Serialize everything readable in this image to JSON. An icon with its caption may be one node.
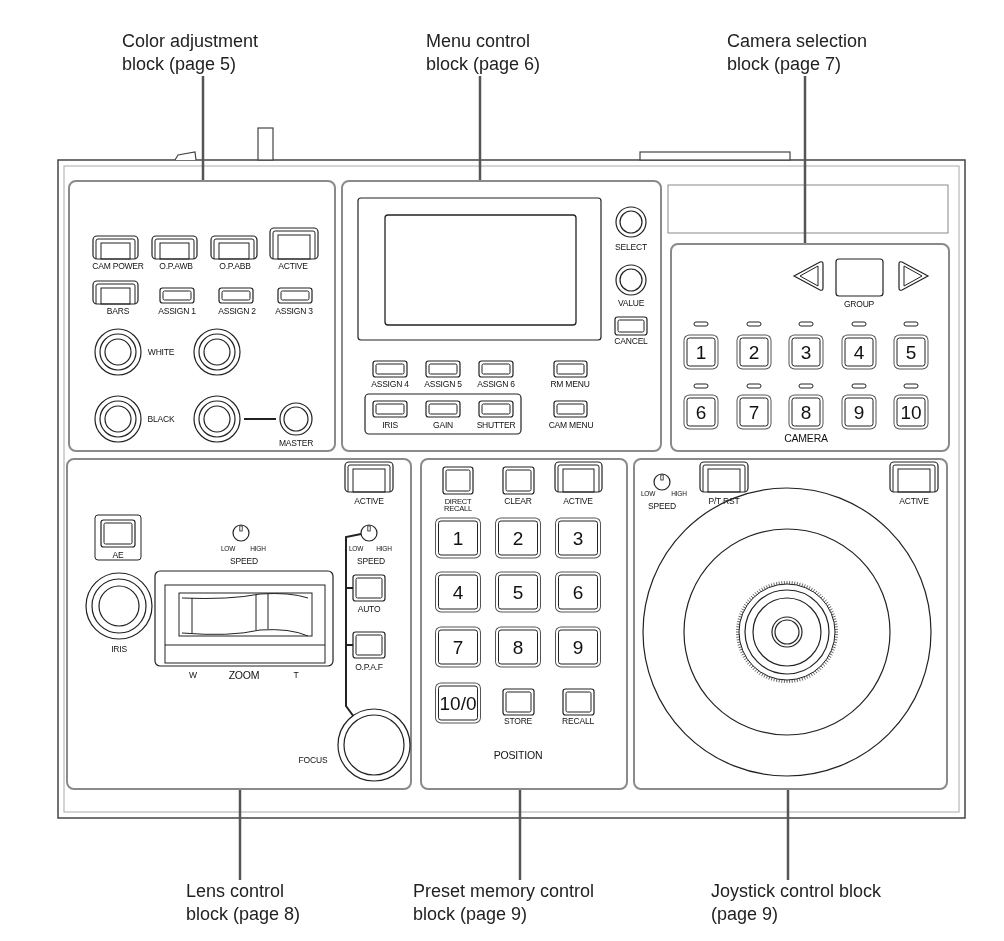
{
  "diagram": {
    "nodes": [
      {
        "text": [
          "Color adjustment block (page 5)"
        ]
      },
      {
        "text": [
          "Menu control block (page 6)"
        ]
      },
      {
        "text": [
          "Camera selection block (page 7)"
        ]
      },
      {
        "text": [
          "Lens control block (page 8)"
        ]
      },
      {
        "text": [
          "Preset memory control block (page 9)"
        ]
      },
      {
        "text": [
          "Joystick control block (page 9)"
        ]
      },
      {
        "text": [],
        "shape": "box"
      },
      {
        "text": [],
        "shape": "box"
      },
      {
        "text": [],
        "shape": "box"
      },
      {
        "text": [],
        "shape": "box"
      },
      {
        "text": [],
        "shape": "box"
      },
      {
        "text": [],
        "shape": "box"
      }
    ],
    "edges": [
      {
        "from": 0,
        "to": 6,
        "arrow": "none"
      },
      {
        "from": 1,
        "to": 7,
        "arrow": "none"
      },
      {
        "from": 2,
        "to": 8,
        "arrow": "none"
      },
      {
        "from": 3,
        "to": 9,
        "arrow": "none"
      },
      {
        "from": 4,
        "to": 10,
        "arrow": "none"
      },
      {
        "from": 5,
        "to": 11,
        "arrow": "none"
      }
    ],
    "labels": [
      "CAM POWER",
      "O.P.AWB",
      "O.P.ABB",
      "ACTIVE",
      "BARS",
      "ASSIGN 1",
      "ASSIGN 2",
      "ASSIGN 3",
      "WHITE",
      "BLACK",
      "MASTER",
      "SELECT",
      "VALUE",
      "CANCEL",
      "ASSIGN 4",
      "ASSIGN 5",
      "ASSIGN 6",
      "RM MENU",
      "IRIS",
      "GAIN",
      "SHUTTER",
      "CAM MENU",
      "GROUP",
      "1",
      "2",
      "3",
      "4",
      "5",
      "6",
      "7",
      "8",
      "9",
      "10",
      "CAMERA",
      "ACTIVE",
      "AE",
      "LOW",
      "HIGH",
      "SPEED",
      "LOW",
      "HIGH",
      "SPEED",
      "AUTO",
      "IRIS",
      "O.P.A.F",
      "W",
      "ZOOM",
      "T",
      "FOCUS",
      "DIRECT RECALL",
      "CLEAR",
      "ACTIVE",
      "1",
      "2",
      "3",
      "4",
      "5",
      "6",
      "7",
      "8",
      "9",
      "10/0",
      "STORE",
      "RECALL",
      "POSITION",
      "LOW",
      "HIGH",
      "SPEED",
      "P/T RST",
      "ACTIVE"
    ]
  }
}
